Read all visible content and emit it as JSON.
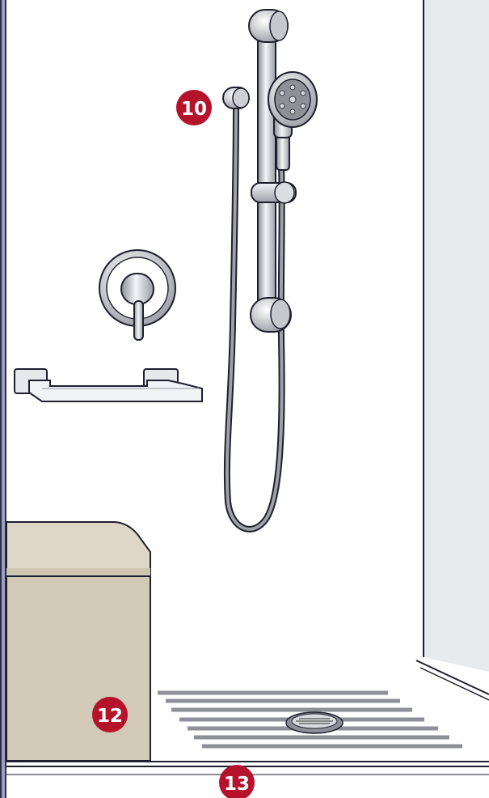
{
  "markers": [
    {
      "id": "marker-10",
      "label": "10",
      "target": "hand-shower-hose-connection"
    },
    {
      "id": "marker-12",
      "label": "12",
      "target": "shower-bench"
    },
    {
      "id": "marker-13",
      "label": "13",
      "target": "shower-floor-threshold"
    }
  ],
  "colors": {
    "badge": "#b5122b",
    "outline": "#1f1f2e",
    "metal_dark": "#8b8c94",
    "metal_light": "#e6e7ec",
    "bench": "#d2c9b6",
    "bench_top": "#ded6c6",
    "floor_stripe": "#8f9097",
    "wall": "#ffffff",
    "side_wall": "#e9eaee",
    "frame": "#9aa0c4"
  }
}
